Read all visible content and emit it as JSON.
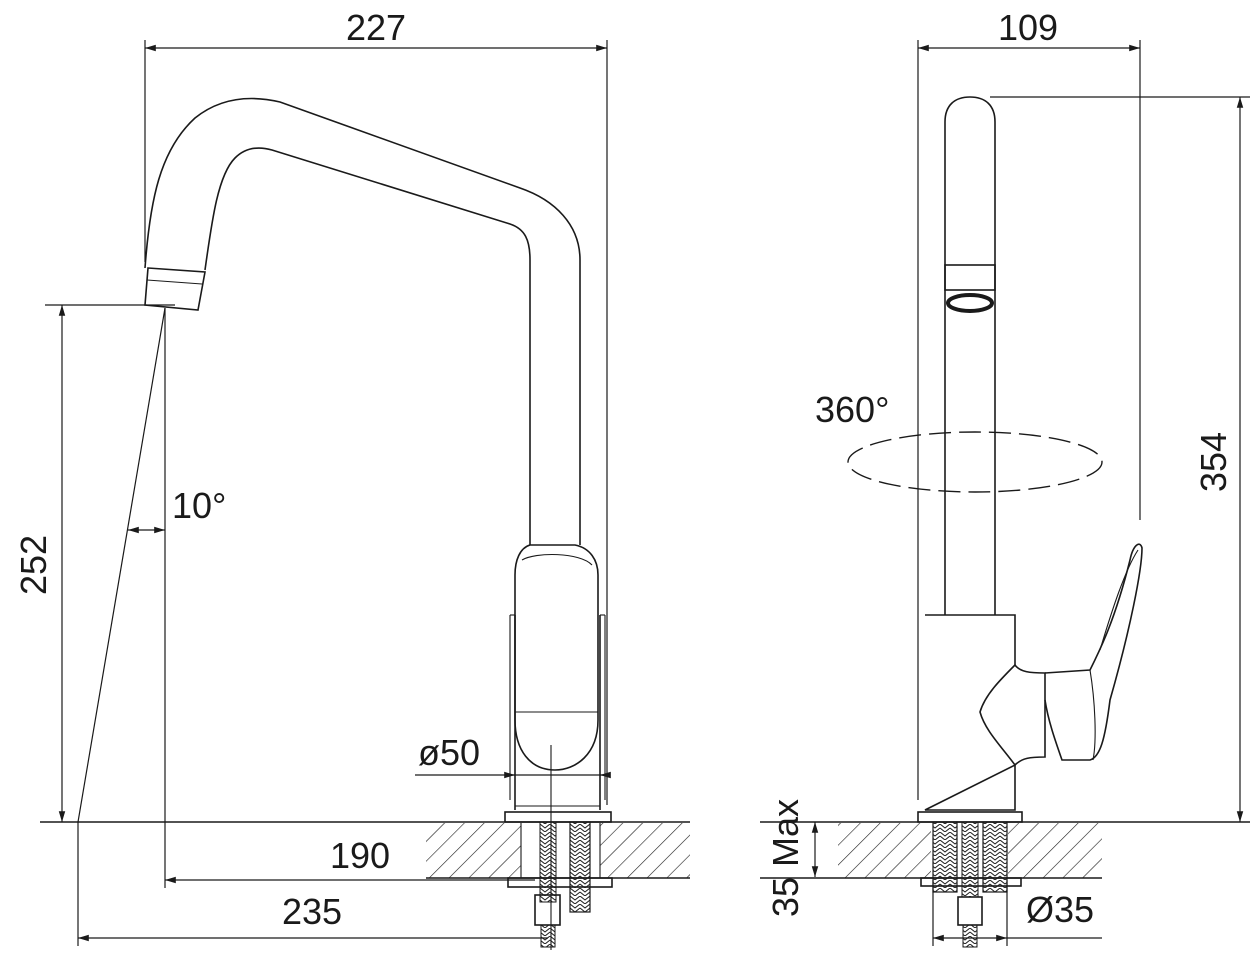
{
  "dimensions": {
    "front_width": "227",
    "side_width": "109",
    "total_height": "354",
    "spout_height": "252",
    "tilt_angle": "10°",
    "rotation": "360°",
    "base_diameter": "ø50",
    "spout_reach_inner": "190",
    "spout_reach_outer": "235",
    "max_counter_thickness": "35 Max",
    "hole_diameter": "Ø35"
  }
}
